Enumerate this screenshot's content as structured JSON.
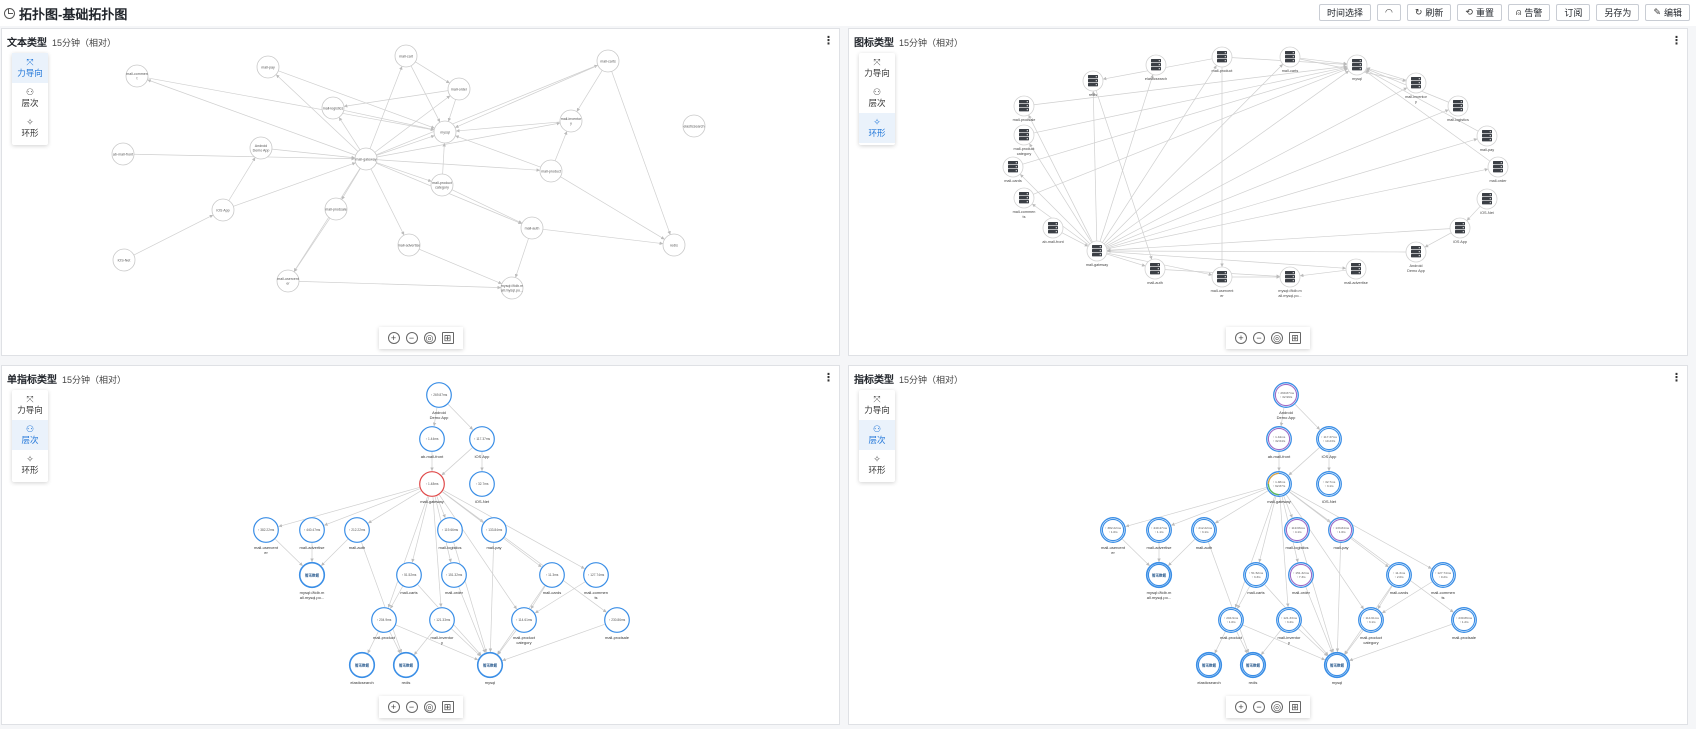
{
  "page": {
    "title": "拓扑图-基础拓扑图"
  },
  "toolbar": {
    "time_select": "时间选择",
    "refresh": "刷新",
    "reset": "重置",
    "alert": "告警",
    "subscribe": "订阅",
    "save_as": "另存为",
    "edit": "编辑"
  },
  "layouts": {
    "force": "力导向",
    "hierarchy": "层次",
    "ring": "环形"
  },
  "panels": [
    {
      "title": "文本类型",
      "subtitle": "15分钟（相对）",
      "active_layout": "force"
    },
    {
      "title": "图标类型",
      "subtitle": "15分钟（相对）",
      "active_layout": "ring"
    },
    {
      "title": "单指标类型",
      "subtitle": "15分钟（相对）",
      "active_layout": "hierarchy"
    },
    {
      "title": "指标类型",
      "subtitle": "15分钟（相对）",
      "active_layout": "hierarchy"
    }
  ],
  "text_graph": {
    "nodes": [
      {
        "id": "mall-comment",
        "label": "mall-commen\nt"
      },
      {
        "id": "mall-pay",
        "label": "mall-pay"
      },
      {
        "id": "mall-cart",
        "label": "mall-cart"
      },
      {
        "id": "mall-carts",
        "label": "mall-carts"
      },
      {
        "id": "mall-order",
        "label": "mall-order"
      },
      {
        "id": "mall-logistics",
        "label": "mall-logistics"
      },
      {
        "id": "mysql",
        "label": "mysql"
      },
      {
        "id": "mall-inventory",
        "label": "mall-inventor\ny"
      },
      {
        "id": "elasticsearch",
        "label": "elasticsearch"
      },
      {
        "id": "android",
        "label": "Android\nDemo App"
      },
      {
        "id": "ab-mall-front",
        "label": "ab-mall-front"
      },
      {
        "id": "mall-gateway",
        "label": "mall-gateway"
      },
      {
        "id": "mall-product",
        "label": "mall-product"
      },
      {
        "id": "mall-product-category",
        "label": "mall-product\ncategory"
      },
      {
        "id": "ios-app",
        "label": "iOS App"
      },
      {
        "id": "mall-prodsale",
        "label": "mall-prodsale"
      },
      {
        "id": "mall-auth",
        "label": "mall-auth"
      },
      {
        "id": "redis",
        "label": "redis"
      },
      {
        "id": "mall-advertise",
        "label": "mall-advertise"
      },
      {
        "id": "ios-net",
        "label": "iOS-Net"
      },
      {
        "id": "mall-usercent",
        "label": "mall-usercent\ner"
      },
      {
        "id": "mysql-tidb",
        "label": "mysql://tidb.m\nall.mysql.po..."
      }
    ]
  },
  "icon_graph": {
    "nodes": [
      {
        "id": "redis",
        "label": "redis"
      },
      {
        "id": "elasticsearch",
        "label": "elasticsearch"
      },
      {
        "id": "mall-product",
        "label": "mall-product"
      },
      {
        "id": "mall-carts",
        "label": "mall-carts"
      },
      {
        "id": "mysql",
        "label": "mysql"
      },
      {
        "id": "mall-inventory",
        "label": "mall-inventor\ny"
      },
      {
        "id": "mall-prodsale",
        "label": "mall-prodsale"
      },
      {
        "id": "mall-logistics",
        "label": "mall-logistics"
      },
      {
        "id": "mall-product-category",
        "label": "mall-product\ncategory"
      },
      {
        "id": "mall-pay",
        "label": "mall-pay"
      },
      {
        "id": "mall-cards",
        "label": "mall-cards"
      },
      {
        "id": "mall-order",
        "label": "mall-order"
      },
      {
        "id": "mall-comments",
        "label": "mall-commen\nts"
      },
      {
        "id": "ios-net",
        "label": "iOS-Net"
      },
      {
        "id": "ab-mall-front",
        "label": "ab-mall-front"
      },
      {
        "id": "ios-app",
        "label": "iOS App"
      },
      {
        "id": "mall-gateway",
        "label": "mall-gateway"
      },
      {
        "id": "android",
        "label": "Android\nDemo App"
      },
      {
        "id": "mall-auth",
        "label": "mall-auth"
      },
      {
        "id": "mall-advertise",
        "label": "mall-advertise"
      },
      {
        "id": "mall-usercent",
        "label": "mall-usercent\ner"
      },
      {
        "id": "mysql-tidb",
        "label": "mysql://tidb.m\nall.mysql.po..."
      }
    ]
  },
  "metric_graph": {
    "nodes": [
      {
        "id": "android",
        "label": "Android\nDemo App",
        "m1": "↑ 269.87ms",
        "m2": "↑ 32.99/s"
      },
      {
        "id": "ab-mall-front",
        "label": "ab-mall-front",
        "m1": "↑ 1.44ms",
        "m2": "↑ 32.64/s"
      },
      {
        "id": "ios-app",
        "label": "iOS App",
        "m1": "↑ 117.37ms",
        "m2": "↑ 10.23/s"
      },
      {
        "id": "mall-gateway",
        "label": "mall-gateway",
        "m1": "↑ 1.48ms",
        "m2": "↑ 92.87/s"
      },
      {
        "id": "ios-net",
        "label": "iOS-Net",
        "m1": "↑ 32.7ms",
        "m2": "↑ 3.1/s"
      },
      {
        "id": "mall-usercent",
        "label": "mall-usercent\ner",
        "m1": "↑ 382.22ms",
        "m2": "↑ 1.0/s"
      },
      {
        "id": "mall-advertise",
        "label": "mall-advertise",
        "m1": "↑ 440.47ms",
        "m2": "↑ 1.1/s"
      },
      {
        "id": "mall-auth",
        "label": "mall-auth",
        "m1": "↑ 212.22ms",
        "m2": "↑ 3.1/s"
      },
      {
        "id": "mall-logistics",
        "label": "mall-logistics",
        "m1": "↑ 119.66ms",
        "m2": "↑ 4.1/s"
      },
      {
        "id": "mall-pay",
        "label": "mall-pay",
        "m1": "↑ 133.84ms",
        "m2": "↑ 1.6/s"
      },
      {
        "id": "mysql-tidb",
        "label": "mysql://tidb.m\nall.mysql.po...",
        "m1": "暂无数据",
        "m2": ""
      },
      {
        "id": "mall-carts",
        "label": "mall-carts",
        "m1": "↑ 51.52ms",
        "m2": "↑ 3.3/s"
      },
      {
        "id": "mall-order",
        "label": "mall-order",
        "m1": "↑ 151.32ms",
        "m2": "↑ 7.3/s"
      },
      {
        "id": "mall-cards",
        "label": "mall-cards",
        "m1": "↑ 11.3ms",
        "m2": "↑ 2.0/s"
      },
      {
        "id": "mall-comments",
        "label": "mall-commen\nts",
        "m1": "↑ 127.74ms",
        "m2": "↑ 0.2/s"
      },
      {
        "id": "mall-product",
        "label": "mall-product",
        "m1": "↑ 204.9ms",
        "m2": "↑ 1.0/s"
      },
      {
        "id": "mall-inventory",
        "label": "mall-inventor\ny",
        "m1": "↑ 121.33ms",
        "m2": "↑ 3.4/s"
      },
      {
        "id": "mall-product-category",
        "label": "mall-product\ncategory",
        "m1": "↑ 114.61ms",
        "m2": "↑ 3.1/s"
      },
      {
        "id": "mall-prodsale",
        "label": "mall-prodsale",
        "m1": "↑ 230.86ms",
        "m2": "↑ 1.2/s"
      },
      {
        "id": "elasticsearch",
        "label": "elasticsearch",
        "m1": "暂无数据",
        "m2": ""
      },
      {
        "id": "redis",
        "label": "redis",
        "m1": "暂无数据",
        "m2": ""
      },
      {
        "id": "mysql",
        "label": "mysql",
        "m1": "暂无数据",
        "m2": ""
      }
    ]
  },
  "colors": {
    "accent": "#2277d9",
    "node_blue": "#3a8ee6",
    "node_red": "#e04a4a",
    "node_purple": "#9b6bc7",
    "edge": "#c8c8c8"
  }
}
